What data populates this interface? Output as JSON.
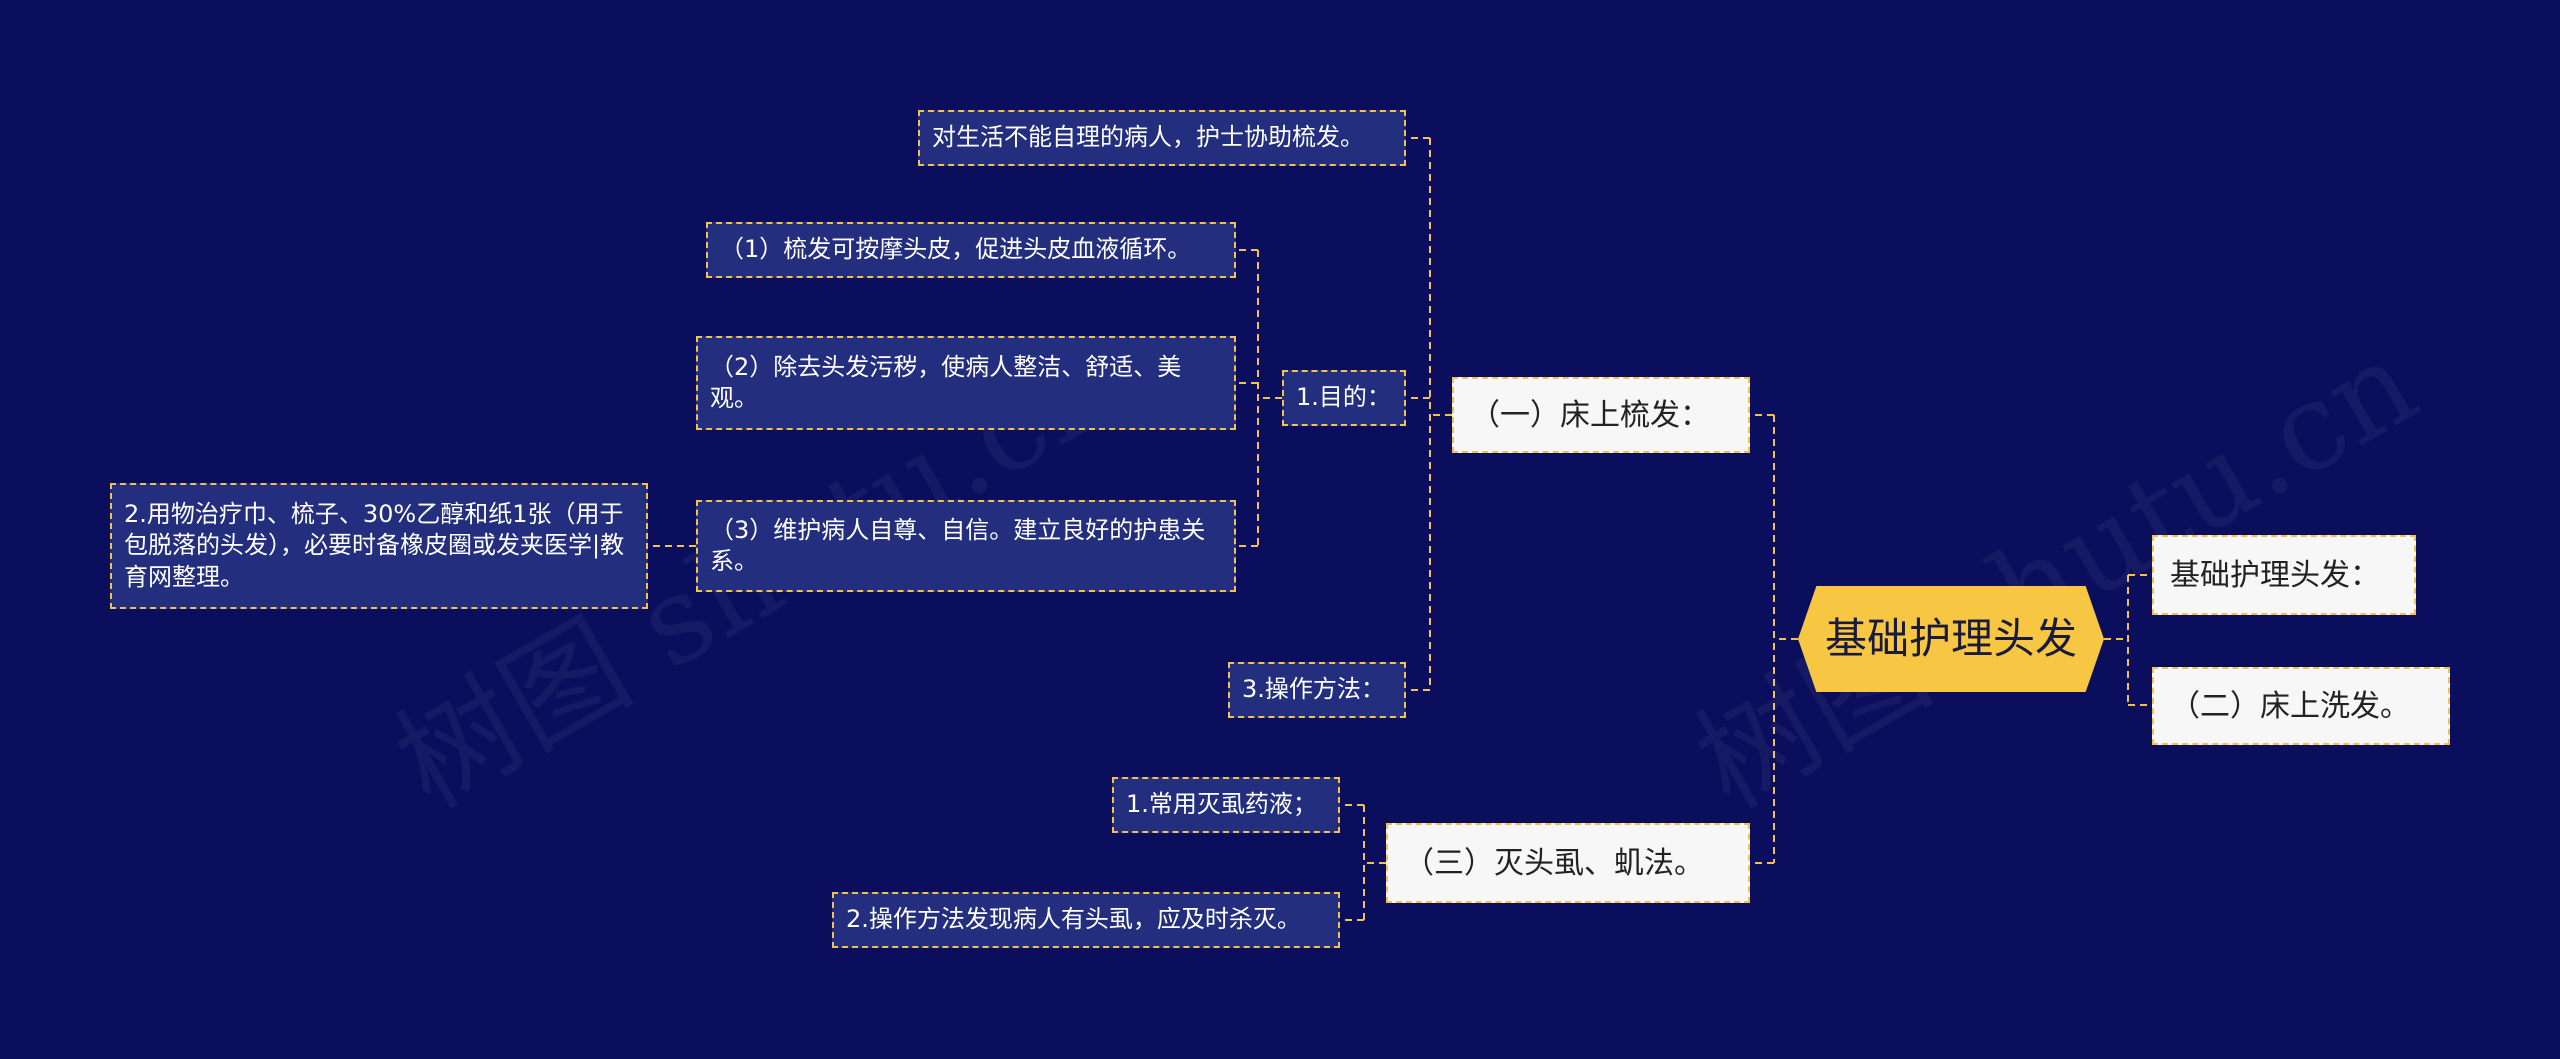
{
  "root": {
    "label": "基础护理头发"
  },
  "right": [
    {
      "label": "基础护理头发："
    },
    {
      "label": "（二）床上洗发。"
    }
  ],
  "branches": {
    "comb": {
      "label": "（一）床上梳发：",
      "assist": "对生活不能自理的病人，护士协助梳发。",
      "purpose": {
        "label": "1.目的：",
        "items": [
          "（1）梳发可按摩头皮，促进头皮血液循环。",
          "（2）除去头发污秽，使病人整洁、舒适、美观。",
          "（3）维护病人自尊、自信。建立良好的护患关系。"
        ]
      },
      "supplies": "2.用物治疗巾、梳子、30%乙醇和纸1张（用于包脱落的头发），必要时备橡皮圈或发夹医学|教育网整理。",
      "method": "3.操作方法："
    },
    "lice": {
      "label": "（三）灭头虱、虮法。",
      "items": [
        "1.常用灭虱药液；",
        "2.操作方法发现病人有头虱，应及时杀灭。"
      ]
    }
  },
  "watermark": "树图 shutu.cn",
  "colors": {
    "background": "#0a0e5c",
    "accent": "#f7c744",
    "connector": "#f2c14e",
    "sub_node": "#232f7e",
    "branch_node": "#f7f7f7"
  }
}
